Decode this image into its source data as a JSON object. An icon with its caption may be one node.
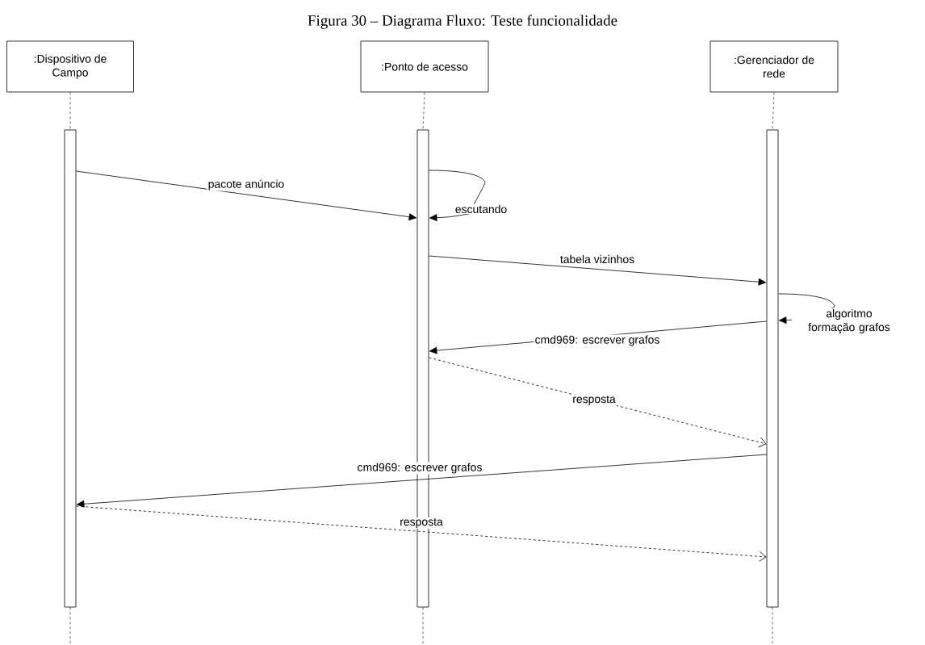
{
  "diagram": {
    "title": "Figura 30 – Diagrama Fluxo: Teste funcionalidade",
    "nodes": [
      {
        "text": [
          ":Dispositivo de Campo"
        ]
      },
      {
        "text": [
          ":Ponto de acesso"
        ]
      },
      {
        "text": [
          ":Gerenciador de rede"
        ]
      },
      {
        "text": [],
        "shape": "bar"
      },
      {
        "text": [],
        "shape": "bar"
      },
      {
        "text": [],
        "shape": "bar"
      }
    ],
    "edges": [
      {
        "from": 3,
        "to": 4,
        "arrow": "to",
        "label": "pacote anúncio"
      },
      {
        "from": 4,
        "to": 4,
        "arrow": "to",
        "label": "escutando"
      },
      {
        "from": 4,
        "to": 5,
        "arrow": "to",
        "label": "tabela vizinhos"
      },
      {
        "from": 5,
        "to": 5,
        "arrow": "to",
        "label": "algoritmo formação grafos"
      },
      {
        "from": 5,
        "to": 4,
        "arrow": "to",
        "label": "cmd969: escrever grafos"
      },
      {
        "from": 4,
        "to": 5,
        "arrow": "to",
        "label": "resposta",
        "style": "dashed"
      },
      {
        "from": 5,
        "to": 3,
        "arrow": "to",
        "label": "cmd969: escrever grafos"
      },
      {
        "from": 3,
        "to": 5,
        "arrow": "to",
        "label": "resposta",
        "style": "dashed"
      },
      {
        "from": 0,
        "to": 3,
        "arrow": "none",
        "style": "dashed"
      },
      {
        "from": 1,
        "to": 4,
        "arrow": "none",
        "style": "dashed"
      },
      {
        "from": 2,
        "to": 5,
        "arrow": "none",
        "style": "dashed"
      }
    ]
  }
}
